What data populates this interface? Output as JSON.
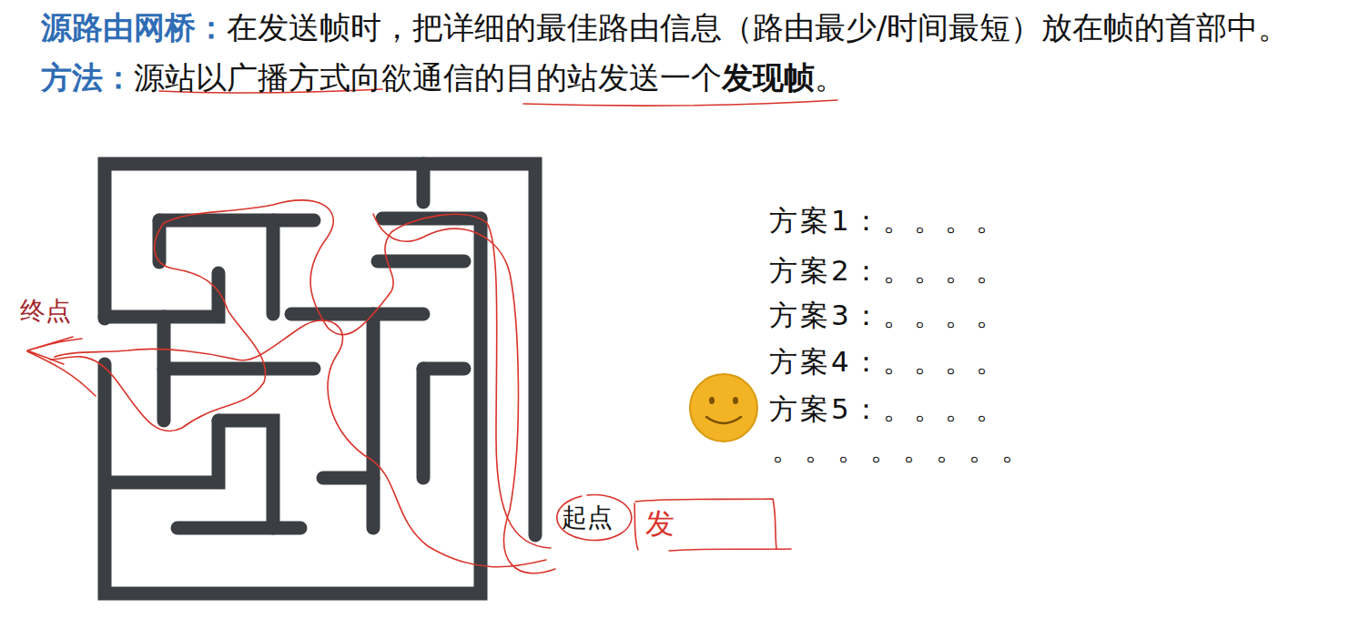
{
  "diagram": {
    "nodes": [
      {
        "text": [
          "起点"
        ]
      },
      {
        "text": [
          "发"
        ]
      }
    ],
    "labels": [
      "源路由网桥：",
      "在发送帧时，把详细的最佳路由信息（路由最少/时间最短）放在帧的首部中。",
      "方法：",
      "源站以广播方式向欲通信的目的站发送一个",
      "发现帧",
      "。",
      "终点",
      "方案1：。。。。",
      "方案2：。。。。",
      "方案3：。。。。",
      "方案4：。。。。",
      "方案5：。。。。",
      "。。。。。。。。"
    ]
  }
}
